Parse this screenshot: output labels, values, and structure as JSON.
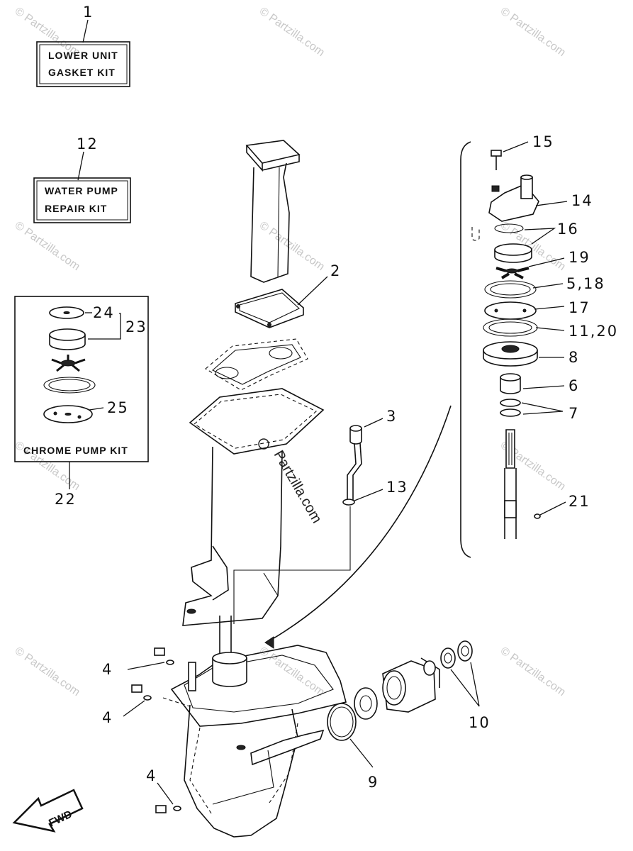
{
  "kits": {
    "lower_unit": {
      "number": "1",
      "line1": "LOWER UNIT",
      "line2": "GASKET KIT"
    },
    "water_pump": {
      "number": "12",
      "line1": "WATER PUMP",
      "line2": "REPAIR KIT"
    },
    "chrome_pump": {
      "number": "22",
      "title": "CHROME PUMP KIT",
      "sub_23": "23",
      "sub_24": "24",
      "sub_25": "25"
    }
  },
  "callouts": {
    "c2": "2",
    "c3": "3",
    "c4a": "4",
    "c4b": "4",
    "c4c": "4",
    "c6": "6",
    "c7": "7",
    "c8": "8",
    "c9": "9",
    "c10": "10",
    "c11_20": "11,20",
    "c13": "13",
    "c14": "14",
    "c15": "15",
    "c16": "16",
    "c17": "17",
    "c19": "19",
    "c5_18": "5,18",
    "c21": "21"
  },
  "fwd_label": "FWD",
  "watermark": {
    "text": "© Partzilla.com",
    "center": "Partzilla.com"
  },
  "colors": {
    "ink": "#111111",
    "watermark": "#c8c8c8",
    "background": "#ffffff"
  }
}
